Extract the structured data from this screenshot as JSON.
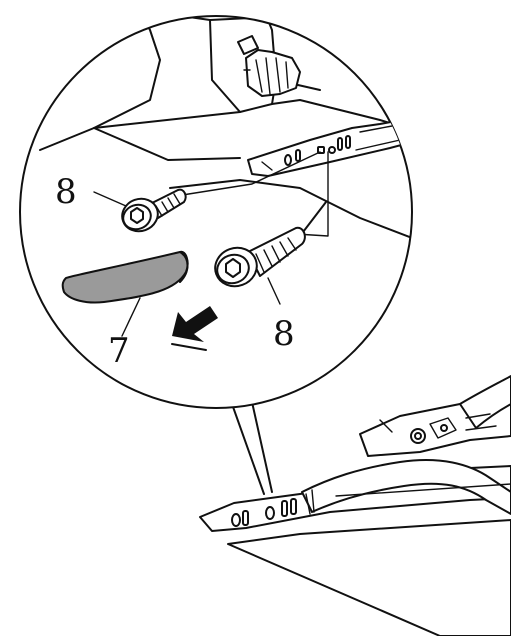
{
  "diagram": {
    "callouts": {
      "screw_upper": "8",
      "screw_lower": "8",
      "cover": "7"
    },
    "colors": {
      "line": "#111111",
      "cover_fill": "#9a9a9a",
      "background": "#ffffff"
    },
    "icons": [
      "removal-direction-arrow-icon",
      "hex-socket-screw-icon"
    ]
  }
}
